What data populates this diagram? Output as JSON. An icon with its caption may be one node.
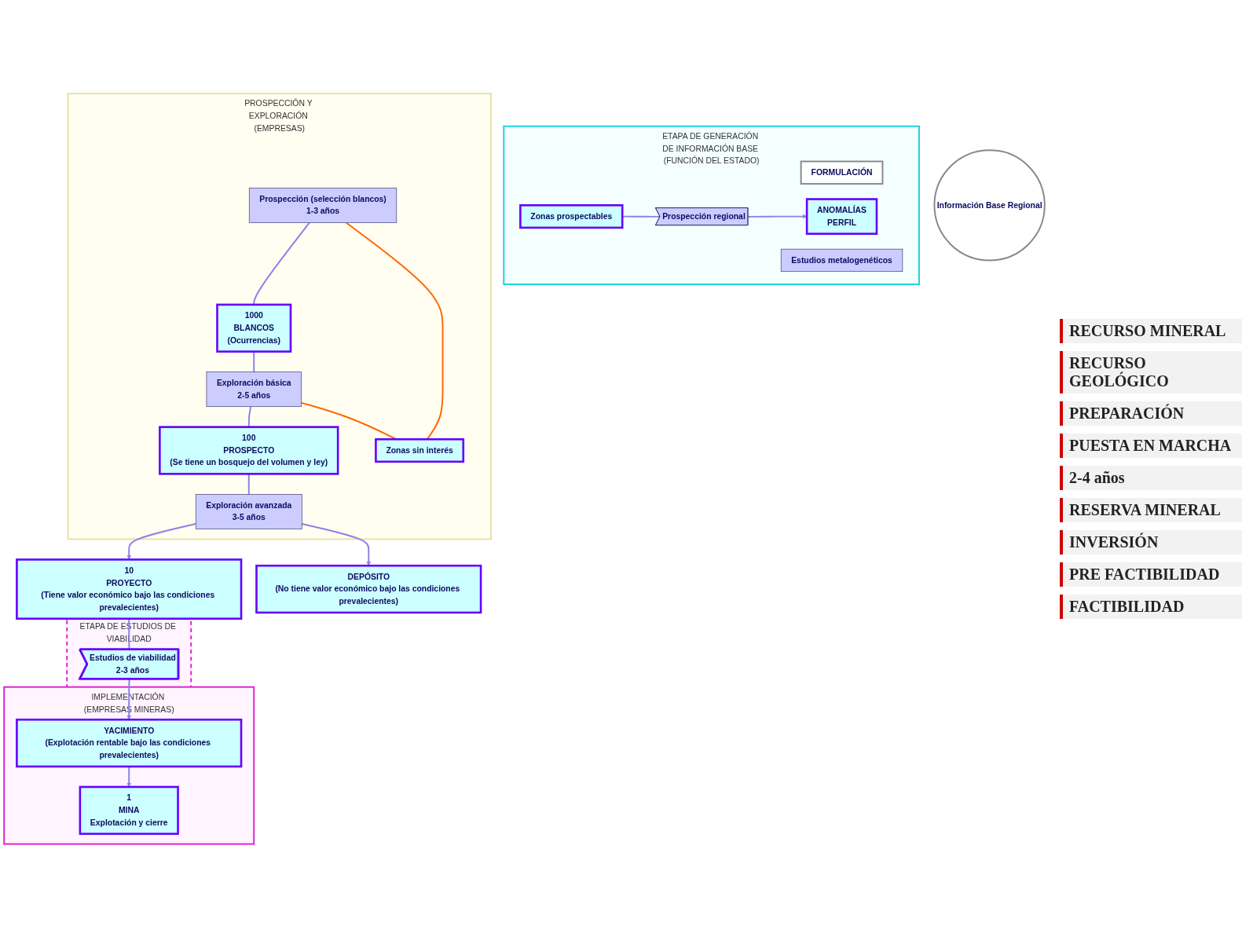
{
  "diagram": {
    "nodes": [
      {
        "text": [
          "ETAPA DE GENERACIÓN DE INFORMACIÓN BASE (FUNCIÓN DEL ESTADO)"
        ]
      },
      {
        "text": [
          "FORMULACIÓN"
        ],
        "in": 0
      },
      {
        "text": [
          "Estudios metalogenéticos"
        ],
        "in": 0
      },
      {
        "text": [
          "Zonas prospectables"
        ],
        "in": 0
      },
      {
        "text": [
          "Prospección regional"
        ],
        "in": 0
      },
      {
        "text": [
          "ANOMALÍAS",
          "PERFIL"
        ],
        "in": 0
      },
      {
        "text": [
          "Información Base Regional"
        ]
      },
      {
        "text": [
          "PROSPECCIÓN Y EXPLORACIÓN (EMPRESAS)"
        ]
      },
      {
        "text": [
          "Prospección (selección blancos)",
          "1-3 años"
        ],
        "in": 7
      },
      {
        "text": [
          "1000",
          "BLANCOS",
          "(Ocurrencias)"
        ],
        "in": 7
      },
      {
        "text": [
          "Exploración básica",
          "2-5 años"
        ],
        "in": 7
      },
      {
        "text": [
          "100",
          "PROSPECTO",
          "(Se tiene un bosquejo del volumen y ley)"
        ],
        "in": 7
      },
      {
        "text": [
          "Exploración avanzada",
          "3-5 años"
        ],
        "in": 7
      },
      {
        "text": [
          "Zonas sin interés"
        ],
        "in": 7
      },
      {
        "text": [
          "IMPLEMENTACIÓN (EMPRESAS MINERAS)"
        ]
      },
      {
        "text": [
          "ETAPA DE ESTUDIOS DE VIABILIDAD"
        ]
      },
      {
        "text": [
          "YACIMIENTO",
          "(Explotación rentable bajo las condiciones prevalecientes)"
        ],
        "in": 14
      },
      {
        "text": [
          "1",
          "MINA",
          "Explotación y cierre"
        ],
        "in": 14
      },
      {
        "text": [
          "Estudios de viabilidad",
          "2-3 años"
        ],
        "in": 15
      },
      {
        "text": [
          "10",
          "PROYECTO",
          "(Tiene valor económico bajo las condiciones prevalecientes)"
        ]
      },
      {
        "text": [
          "DEPÓSITO",
          "(No tiene valor económico bajo las condiciones prevalecientes)"
        ]
      }
    ],
    "edges": [
      {
        "from": 3,
        "to": 4,
        "arrow": "none"
      },
      {
        "from": 4,
        "to": 5,
        "arrow": "to"
      },
      {
        "from": 8,
        "to": 9,
        "arrow": "none"
      },
      {
        "from": 9,
        "to": 10,
        "arrow": "none"
      },
      {
        "from": 10,
        "to": 11,
        "arrow": "none"
      },
      {
        "from": 11,
        "to": 12,
        "arrow": "none"
      },
      {
        "from": 12,
        "to": 19,
        "arrow": "to"
      },
      {
        "from": 12,
        "to": 20,
        "arrow": "to"
      },
      {
        "from": 8,
        "to": 13,
        "arrow": "none",
        "color": "#ff6600"
      },
      {
        "from": 10,
        "to": 13,
        "arrow": "none",
        "color": "#ff6600"
      },
      {
        "from": 19,
        "to": 18,
        "arrow": "none"
      },
      {
        "from": 18,
        "to": 16,
        "arrow": "to"
      },
      {
        "from": 16,
        "to": 17,
        "arrow": "to"
      }
    ],
    "labels": [
      "RECURSO MINERAL",
      "RECURSO GEOLÓGICO",
      "PREPARACIÓN",
      "PUESTA EN MARCHA",
      "2-4 años",
      "RESERVA MINERAL",
      "INVERSIÓN",
      "PRE FACTIBILIDAD",
      "FACTIBILIDAD"
    ]
  }
}
